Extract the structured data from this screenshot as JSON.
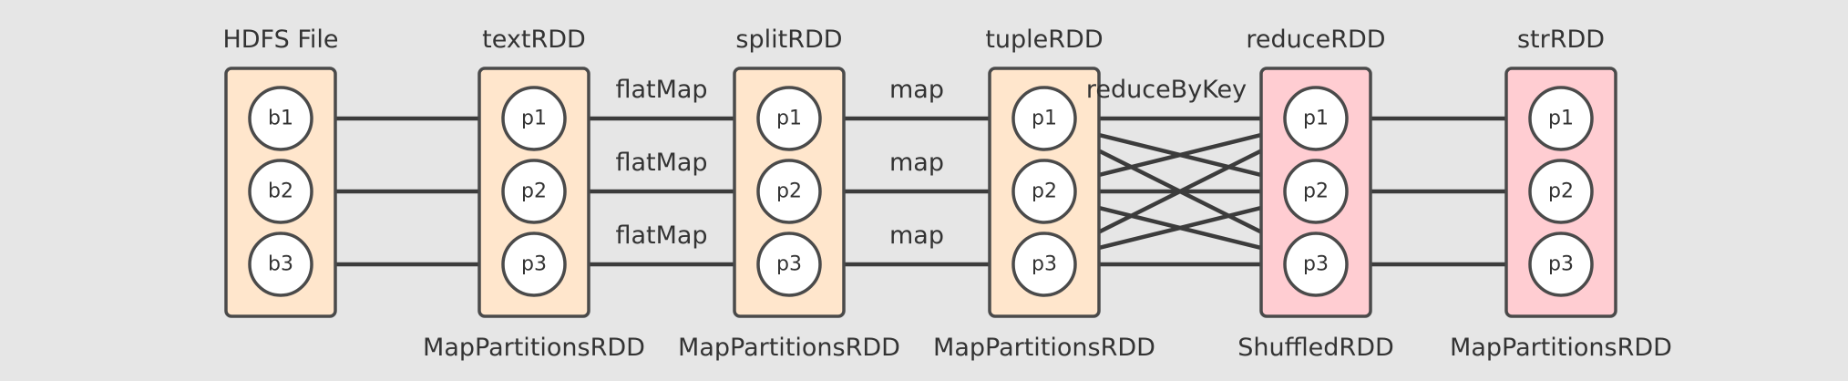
{
  "rdds": [
    {
      "id": "hdfs",
      "title": "HDFS File",
      "type": "",
      "kind": "source",
      "partitions": [
        "b1",
        "b2",
        "b3"
      ]
    },
    {
      "id": "text",
      "title": "textRDD",
      "type": "MapPartitionsRDD",
      "kind": "narrow",
      "partitions": [
        "p1",
        "p2",
        "p3"
      ]
    },
    {
      "id": "split",
      "title": "splitRDD",
      "type": "MapPartitionsRDD",
      "kind": "narrow",
      "partitions": [
        "p1",
        "p2",
        "p3"
      ]
    },
    {
      "id": "tuple",
      "title": "tupleRDD",
      "type": "MapPartitionsRDD",
      "kind": "narrow",
      "partitions": [
        "p1",
        "p2",
        "p3"
      ]
    },
    {
      "id": "reduce",
      "title": "reduceRDD",
      "type": "ShuffledRDD",
      "kind": "shuffle",
      "partitions": [
        "p1",
        "p2",
        "p3"
      ]
    },
    {
      "id": "str",
      "title": "strRDD",
      "type": "MapPartitionsRDD",
      "kind": "shuffle",
      "partitions": [
        "p1",
        "p2",
        "p3"
      ]
    }
  ],
  "transitions": [
    {
      "from": "hdfs",
      "to": "text",
      "labels": [],
      "pattern": "one-to-one"
    },
    {
      "from": "text",
      "to": "split",
      "labels": [
        "flatMap",
        "flatMap",
        "flatMap"
      ],
      "pattern": "one-to-one"
    },
    {
      "from": "split",
      "to": "tuple",
      "labels": [
        "map",
        "map",
        "map"
      ],
      "pattern": "one-to-one"
    },
    {
      "from": "tuple",
      "to": "reduce",
      "labels": [
        "reduceByKey"
      ],
      "pattern": "all-to-all"
    },
    {
      "from": "reduce",
      "to": "str",
      "labels": [],
      "pattern": "one-to-one"
    }
  ],
  "colors": {
    "background": "#e6e6e6",
    "narrow_fill": "#ffe6cc",
    "shuffle_fill": "#ffcdd2",
    "source_fill": "#ffe6cc",
    "stroke": "#4a4a4a",
    "edge": "#3c3c3c"
  }
}
